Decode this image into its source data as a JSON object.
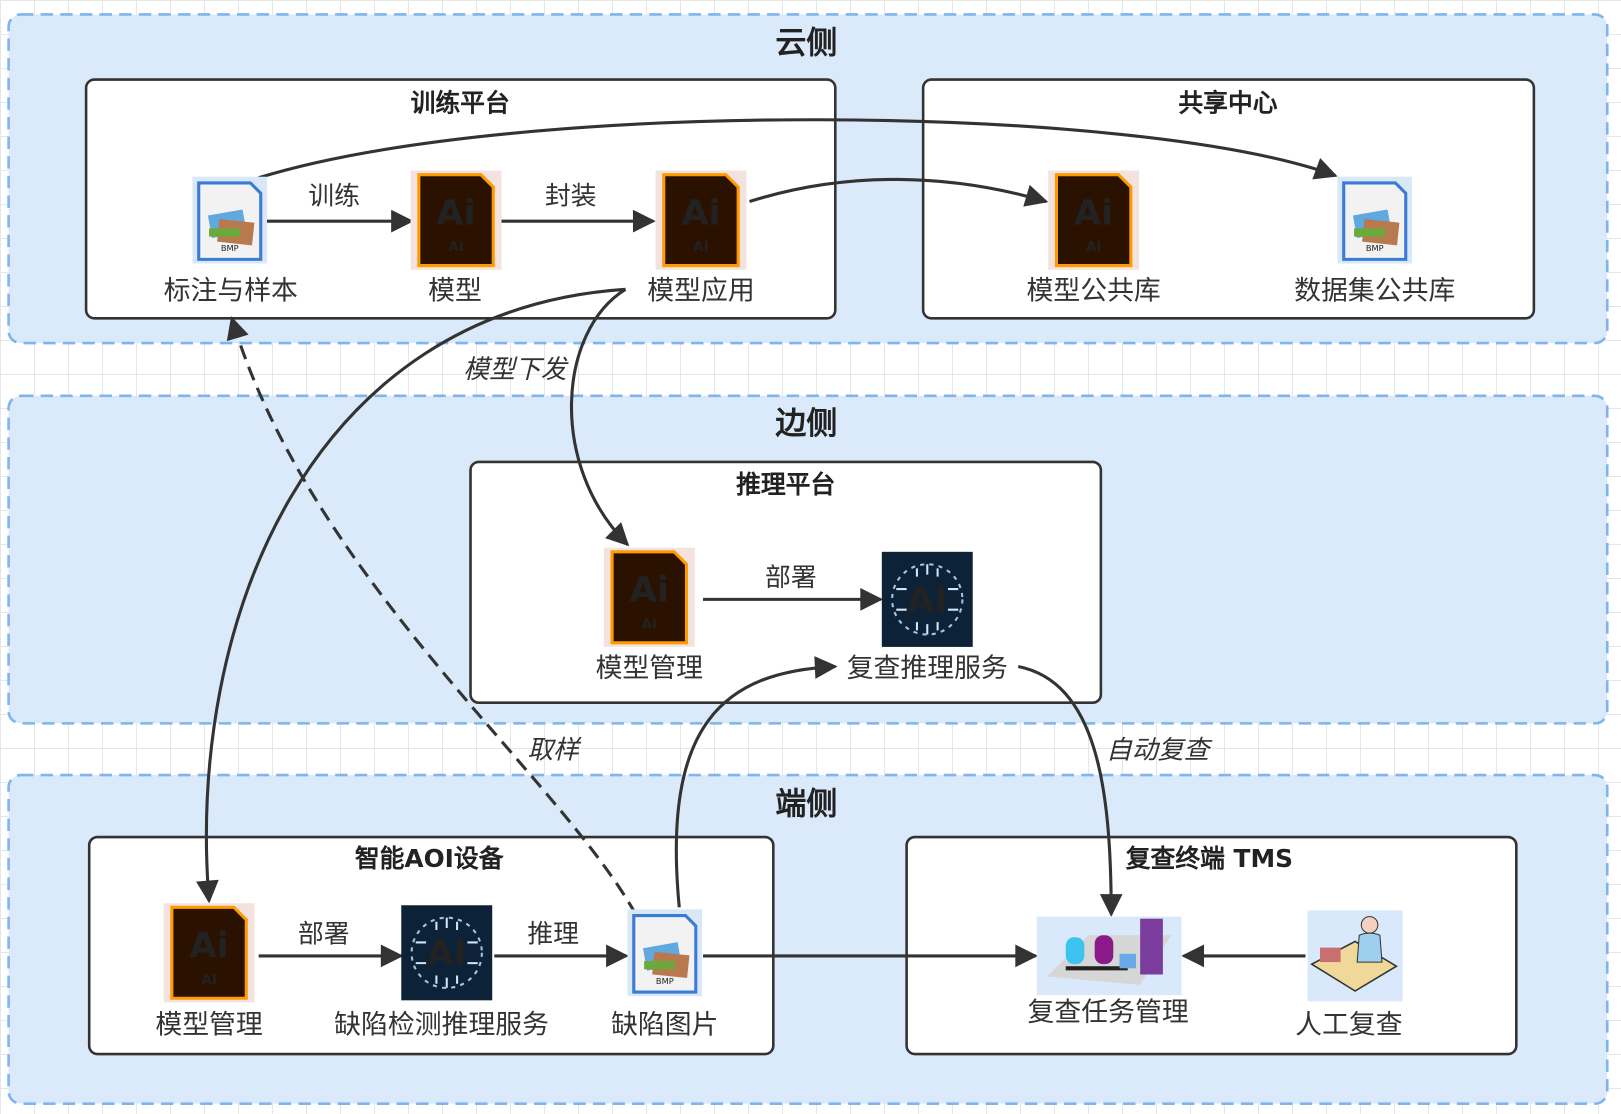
{
  "zones": {
    "cloud": "云侧",
    "edge": "边侧",
    "end": "端侧"
  },
  "boxes": {
    "training": "训练平台",
    "share": "共享中心",
    "inference": "推理平台",
    "aoi": "智能AOI设备",
    "tms": "复查终端 TMS"
  },
  "nodes": {
    "samples": "标注与样本",
    "model": "模型",
    "model_app": "模型应用",
    "model_lib": "模型公共库",
    "dataset_lib": "数据集公共库",
    "edge_model_mgmt": "模型管理",
    "review_infer": "复查推理服务",
    "end_model_mgmt": "模型管理",
    "defect_infer": "缺陷检测推理服务",
    "defect_img": "缺陷图片",
    "review_task": "复查任务管理",
    "manual_review": "人工复查"
  },
  "edges": {
    "train": "训练",
    "package": "封装",
    "dispatch": "模型下发",
    "deploy_edge": "部署",
    "sampling": "取样",
    "auto_review": "自动复查",
    "deploy_end": "部署",
    "infer": "推理"
  },
  "icon_text": {
    "ai_big": "Ai",
    "ai_small": "AI",
    "bmp": "BMP",
    "chip": "AI"
  },
  "colors": {
    "zone_fill": "#dbeafb",
    "zone_border": "#7fb4ec",
    "ai_orange": "#ff9a00",
    "ai_dark": "#2b1100"
  }
}
